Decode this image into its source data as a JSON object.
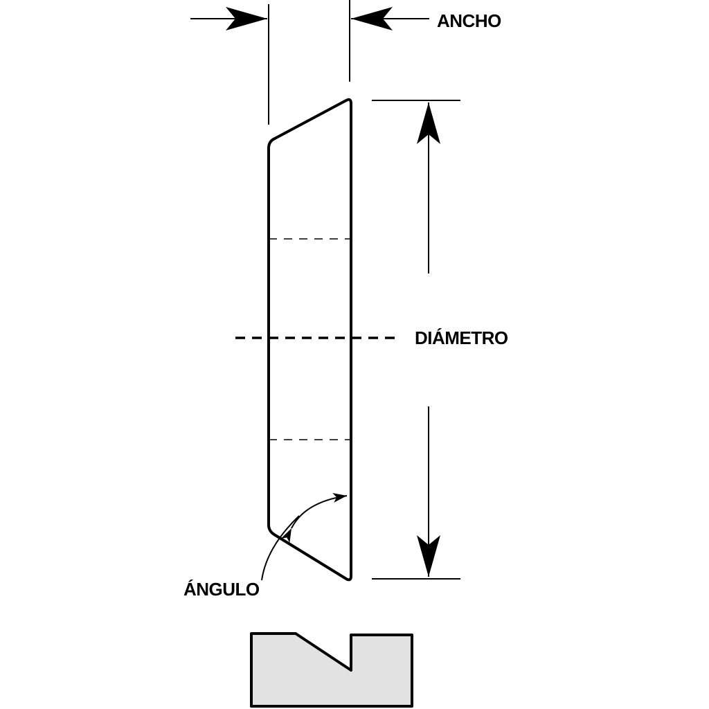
{
  "labels": {
    "width": "ANCHO",
    "diameter": "DIÁMETRO",
    "angle": "ÁNGULO"
  },
  "colors": {
    "line": "#000000",
    "background": "#ffffff",
    "profile_fill": "#e2e2e2"
  }
}
